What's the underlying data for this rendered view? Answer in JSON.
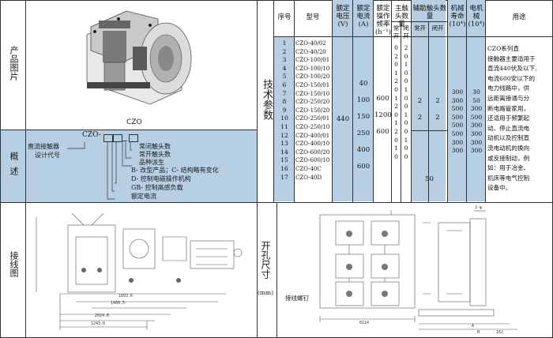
{
  "left_labels": {
    "product_image": "产品图片",
    "overview": "概述",
    "wiring_diagram": "接线图"
  },
  "product": {
    "caption": "CZO"
  },
  "model_code": {
    "prefix": "CZO-",
    "left_lines": [
      "直流接触器",
      "设计代号"
    ],
    "legend": [
      "常闭触头数",
      "常开触头数",
      "品种派生",
      "B- 改型产品；C- 结构略有变化",
      "D- 控制电磁操作机构",
      "GB- 控制高感负载",
      "额定电流"
    ]
  },
  "tech_label": "技术参数",
  "table": {
    "headers": {
      "seq": "序号",
      "model": "型号",
      "voltage": "额定电压(V)",
      "current": "额定电流(A)",
      "freq": "额定操作频率(h⁻¹)",
      "main_contacts": "主触头数量",
      "aux_contacts": "辅助触头数量",
      "open": "常开",
      "closed": "闭开",
      "mech_life": "机械寿命(10⁴)",
      "elec_life": "电机械(10⁴)",
      "use": "用途"
    },
    "seq": [
      "1",
      "2",
      "3",
      "4",
      "5",
      "6",
      "7",
      "8",
      "9",
      "10",
      "11",
      "12",
      "13",
      "14",
      "15",
      "16",
      "17"
    ],
    "models": [
      "CZO-40/02",
      "CZO-40/20",
      "CZO-100/01",
      "CZO-100/10",
      "CZO-100/20",
      "CZO-150/01",
      "CZO-150/10",
      "CZO-250/20",
      "CZO-150/20",
      "CZO-250/01",
      "CZO-250/10",
      "CZO-400/01",
      "CZO-400/10",
      "CZO-600/20",
      "CZO-600/10",
      "CZO-40C",
      "CZO-40D"
    ],
    "voltage": [
      "440"
    ],
    "current": [
      "40",
      "100",
      "150",
      "250",
      "400",
      "600"
    ],
    "freq": [
      "600",
      "1200",
      "600"
    ],
    "main_open": [
      "0",
      "2",
      "0",
      "1",
      "2",
      "0",
      "1",
      "2",
      "0",
      "1",
      "2",
      "0",
      "1",
      "0"
    ],
    "main_closed": [
      "2",
      "0",
      "1",
      "0",
      "0",
      "1",
      "0",
      "0",
      "1",
      "0",
      "0",
      "1",
      "0",
      "0"
    ],
    "aux_open": [
      "2",
      "2"
    ],
    "aux_closed": [
      "2",
      "2"
    ],
    "aux_bottom": "50",
    "mech_life": [
      "300",
      "300",
      "500",
      "500",
      "500",
      "500",
      "300",
      "300"
    ],
    "elec_life": [
      "30",
      "50",
      "300",
      "500",
      "300",
      "300",
      "300",
      "300"
    ],
    "use_text": [
      "CZO系列直",
      "接触器主要适用于",
      "直流440伏及以下,",
      "电流600安以下的",
      "电力线路中，供",
      "远距离接通与分",
      "断电路管家用，",
      "还适用于频繁起",
      "动、停止直流电",
      "动机以及控制直",
      "流电动机的换向",
      "或反接制动，例",
      "如：用于冶金、",
      "机床等电气控制",
      "设备中。"
    ]
  },
  "hole_label": "开孔尺寸",
  "hole_unit": "(mm)",
  "wiring_note": "接线螺钉",
  "dims": {
    "a": "2-φ",
    "b": "8114",
    "c": "A",
    "d": "B",
    "e": "162",
    "f": "2024.6",
    "g": "1893.6",
    "h": "1400.5",
    "i": "1243.6"
  }
}
